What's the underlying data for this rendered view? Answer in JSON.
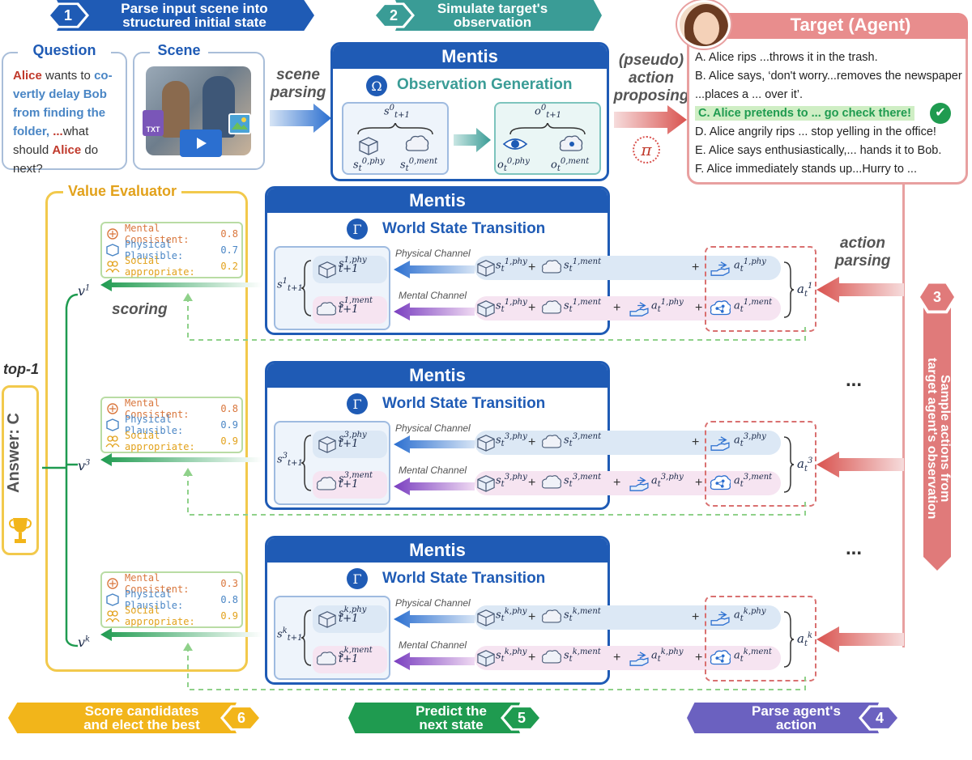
{
  "steps": {
    "s1": {
      "num": "1",
      "line1": "Parse input scene into",
      "line2": "structured initial state",
      "color": "#1f5bb5"
    },
    "s2": {
      "num": "2",
      "line1": "Simulate target's",
      "line2": "observation",
      "color": "#3a9c96"
    },
    "s3": {
      "num": "3",
      "line1": "Sample actions from",
      "line2": "target agent's observation",
      "color": "#e07a7a"
    },
    "s4": {
      "num": "4",
      "line1": "Parse agent's",
      "line2": "action",
      "color": "#6b61c0"
    },
    "s5": {
      "num": "5",
      "line1": "Predict the",
      "line2": "next state",
      "color": "#1f9b50"
    },
    "s6": {
      "num": "6",
      "line1": "Score candidates",
      "line2": "and elect the best",
      "color": "#f2b51a"
    }
  },
  "question": {
    "title": "Question",
    "parts": [
      {
        "t": "Alice",
        "c": "#c0392b"
      },
      {
        "t": " wants to ",
        "c": "#333"
      },
      {
        "t": "co-vertly delay Bob from finding the folder, ",
        "c": "#4a86c5"
      },
      {
        "t": "...",
        "c": "#c0392b"
      },
      {
        "t": "what should ",
        "c": "#333"
      },
      {
        "t": "Alice",
        "c": "#c0392b"
      },
      {
        "t": " do next?",
        "c": "#333"
      }
    ]
  },
  "scene": {
    "title": "Scene",
    "txt_badge": "TXT"
  },
  "labels": {
    "scene_parsing_1": "scene",
    "scene_parsing_2": "parsing",
    "action_proposing_1": "(pseudo)",
    "action_proposing_2": "action",
    "action_proposing_3": "proposing",
    "action_parsing_1": "action",
    "action_parsing_2": "parsing",
    "scoring": "scoring",
    "top1": "top-1",
    "answer": "Answer: C",
    "physical_channel": "Physical Channel",
    "mental_channel": "Mental Channel",
    "pi": "π",
    "ellipsis": "..."
  },
  "observation_panel": {
    "title": "Mentis",
    "subtitle": "Observation Generation",
    "omega": "Ω"
  },
  "wst_panels": [
    {
      "title": "Mentis",
      "subtitle": "World State Transition",
      "gamma": "Γ",
      "k": "1"
    },
    {
      "title": "Mentis",
      "subtitle": "World State Transition",
      "gamma": "Γ",
      "k": "3"
    },
    {
      "title": "Mentis",
      "subtitle": "World State Transition",
      "gamma": "Γ",
      "k": "k"
    }
  ],
  "target": {
    "title": "Target (Agent)",
    "options": [
      "A. Alice rips ...throws it in the trash.",
      "B. Alice says,  ‘don't worry...removes the newspaper ...places a ... over it’.",
      "C. Alice pretends to ... go check there!",
      "D. Alice angrily rips ... stop yelling in the office!",
      "E. Alice says enthusiastically,... hands it to Bob.",
      "F. Alice immediately stands up...Hurry to ..."
    ],
    "highlight_index": 2,
    "check": "✔"
  },
  "evaluator": {
    "title": "Value Evaluator",
    "rows_labels": [
      "Mental Consistent:",
      "Physical Plausible:",
      "Social appropriate:"
    ],
    "row_colors": [
      "#d9763c",
      "#4a86c5",
      "#e2a21c"
    ],
    "scores": [
      {
        "v": "v",
        "sup": "1",
        "vals": [
          "0.8",
          "0.7",
          "0.2"
        ]
      },
      {
        "v": "v",
        "sup": "3",
        "vals": [
          "0.8",
          "0.9",
          "0.9"
        ]
      },
      {
        "v": "v",
        "sup": "k",
        "vals": [
          "0.3",
          "0.8",
          "0.9"
        ]
      }
    ]
  }
}
